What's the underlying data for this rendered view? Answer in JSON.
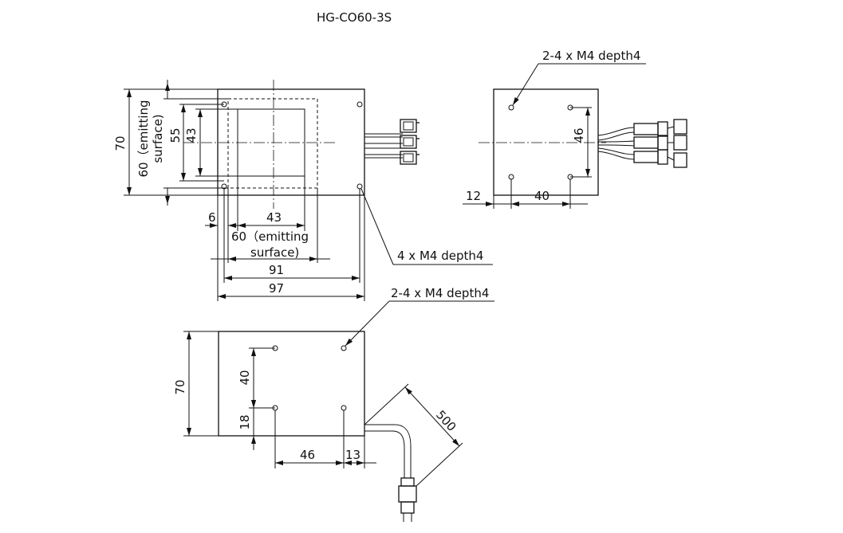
{
  "title": "HG-CO60-3S",
  "top_view": {
    "dim_height": "70",
    "dim_emitting_v_line1": "60（emitting",
    "dim_emitting_v_line2": "surface)",
    "dim_55": "55",
    "dim_43_v": "43",
    "dim_6": "6",
    "dim_43_h": "43",
    "dim_emitting_h_line1": "60（emitting",
    "dim_emitting_h_line2": "surface)",
    "dim_91": "91",
    "dim_97": "97",
    "hole_note": "4 x  M4 depth4"
  },
  "side_view": {
    "hole_note": "2-4 x  M4 depth4",
    "dim_46": "46",
    "dim_12": "12",
    "dim_40": "40"
  },
  "bottom_view": {
    "hole_note": "2-4 x  M4 depth4",
    "dim_70": "70",
    "dim_40": "40",
    "dim_18": "18",
    "dim_46": "46",
    "dim_13": "13",
    "dim_500": "500"
  }
}
